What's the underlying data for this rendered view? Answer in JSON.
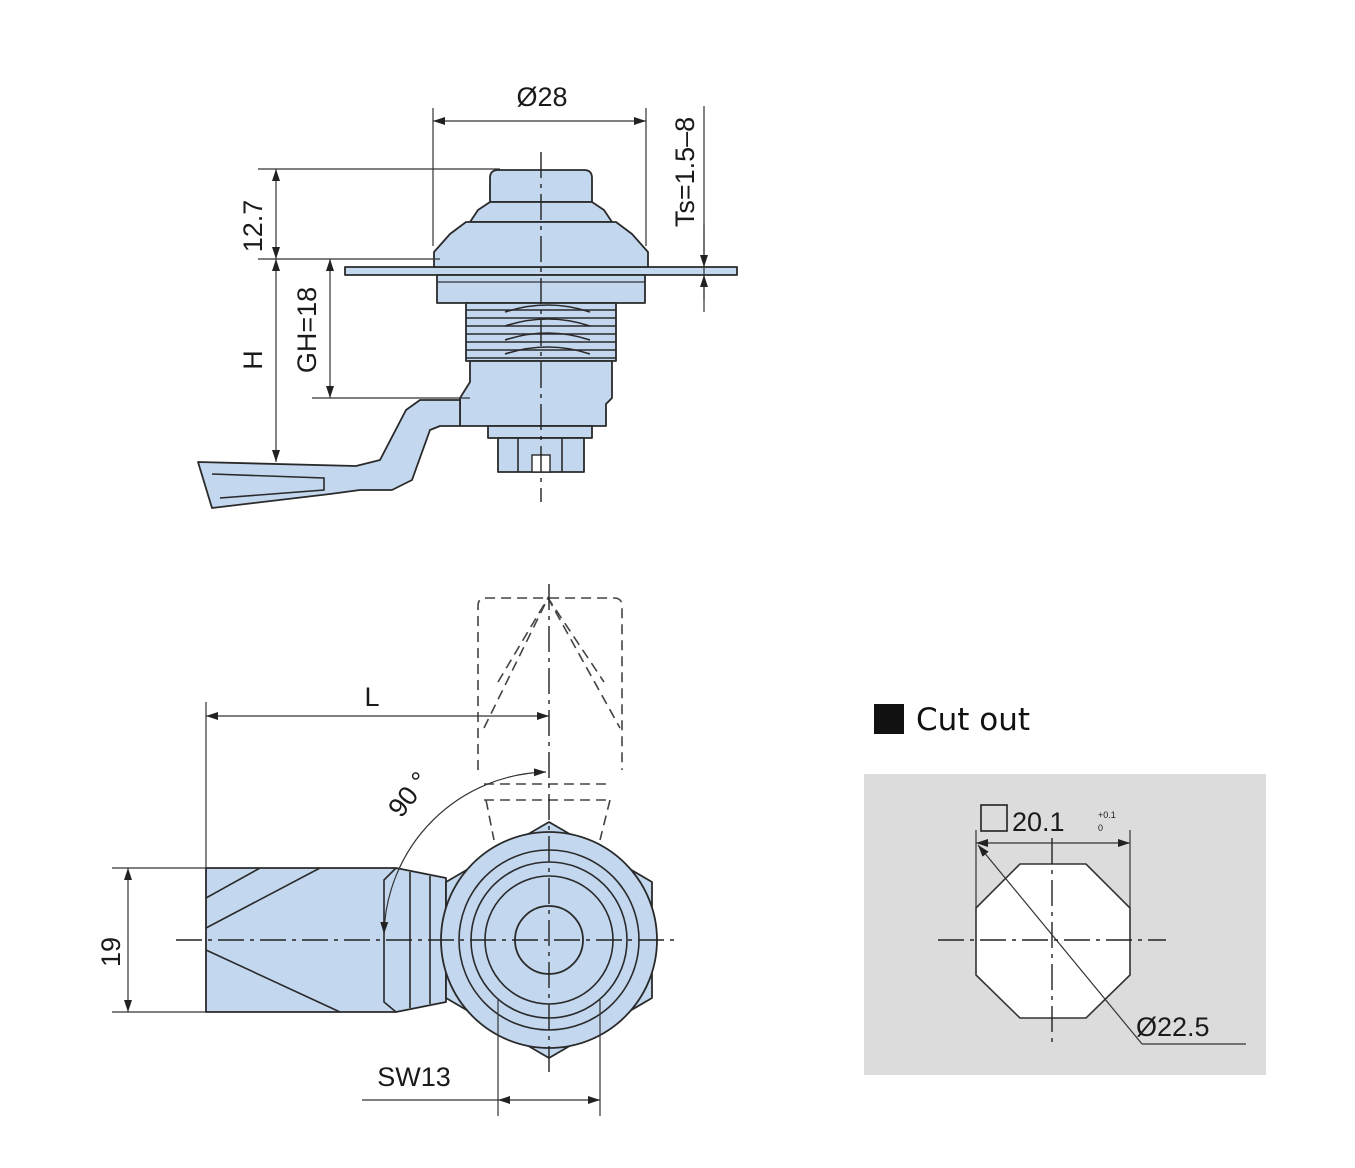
{
  "side_view": {
    "dims": {
      "diameter": "Ø28",
      "height_top": "12.7",
      "thickness": "Ts=1.5–8",
      "h": "H",
      "gh": "GH=18"
    }
  },
  "front_view": {
    "dims": {
      "length": "L",
      "angle": "90 °",
      "width": "19",
      "wrench": "SW13"
    }
  },
  "cutout": {
    "title": "Cut out",
    "square": "20.1",
    "tol_upper": "+0.1",
    "tol_lower": "0",
    "diameter": "Ø22.5",
    "colors": {
      "panel": "#dcdcdc"
    }
  },
  "colors": {
    "part": "#c3d7ef",
    "outline": "#2a2a2a"
  }
}
